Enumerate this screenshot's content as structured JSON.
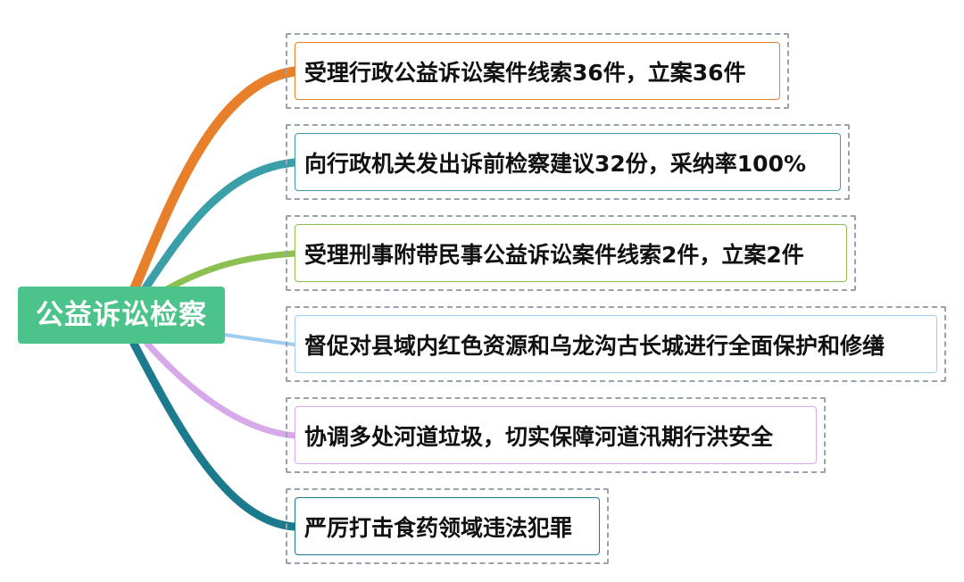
{
  "root": {
    "label": "公益诉讼检察"
  },
  "items": [
    {
      "text": "受理行政公益诉讼案件线索36件，立案36件",
      "color": "#e87f2a"
    },
    {
      "text": "向行政机关发出诉前检察建议32份，采纳率100%",
      "color": "#3a9fa8"
    },
    {
      "text": "受理刑事附带民事公益诉讼案件线索2件，立案2件",
      "color": "#8cc152"
    },
    {
      "text": "督促对县域内红色资源和乌龙沟古长城进行全面保护和修缮",
      "color": "#9fcdf0"
    },
    {
      "text": "协调多处河道垃圾，切实保障河道汛期行洪安全",
      "color": "#d7a8ea"
    },
    {
      "text": "严厉打击食药领域违法犯罪",
      "color": "#1b7a8c"
    }
  ]
}
